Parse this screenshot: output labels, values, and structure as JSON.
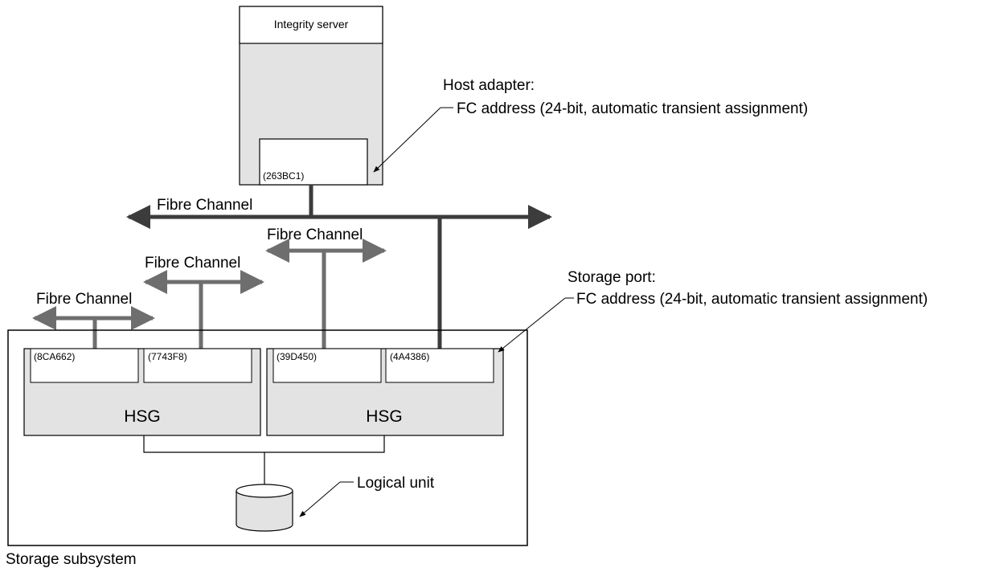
{
  "server": {
    "title": "Integrity server",
    "host_adapter_address": "(263BC1)"
  },
  "host_adapter_callout": {
    "title": "Host adapter:",
    "detail": "FC address (24-bit, automatic transient assignment)"
  },
  "storage_port_callout": {
    "title": "Storage port:",
    "detail": "FC address (24-bit, automatic transient assignment)"
  },
  "fabrics": {
    "main": "Fibre Channel",
    "second": "Fibre Channel",
    "third": "Fibre Channel",
    "fourth": "Fibre Channel"
  },
  "controllers": [
    {
      "label": "HSG",
      "ports": [
        "(8CA662)",
        "(7743F8)"
      ]
    },
    {
      "label": "HSG",
      "ports": [
        "(39D450)",
        "(4A4386)"
      ]
    }
  ],
  "logical_unit": "Logical unit",
  "subsystem": "Storage subsystem",
  "colors": {
    "box_fill": "#e3e3e3",
    "dark_line": "#3c3c3c",
    "gray_line": "#6e6e6e"
  }
}
